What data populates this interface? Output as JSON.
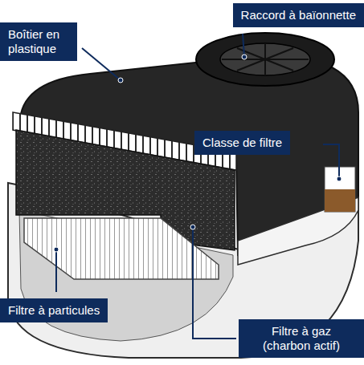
{
  "diagram": {
    "nodes": [
      {
        "text": [
          "Raccord à baïonnette"
        ]
      },
      {
        "text": [
          "Boîtier en plastique"
        ]
      },
      {
        "text": [
          "Classe de filtre"
        ]
      },
      {
        "text": [
          "Filtre à particules"
        ]
      },
      {
        "text": [
          "Filtre à gaz (charbon actif)"
        ]
      }
    ]
  }
}
